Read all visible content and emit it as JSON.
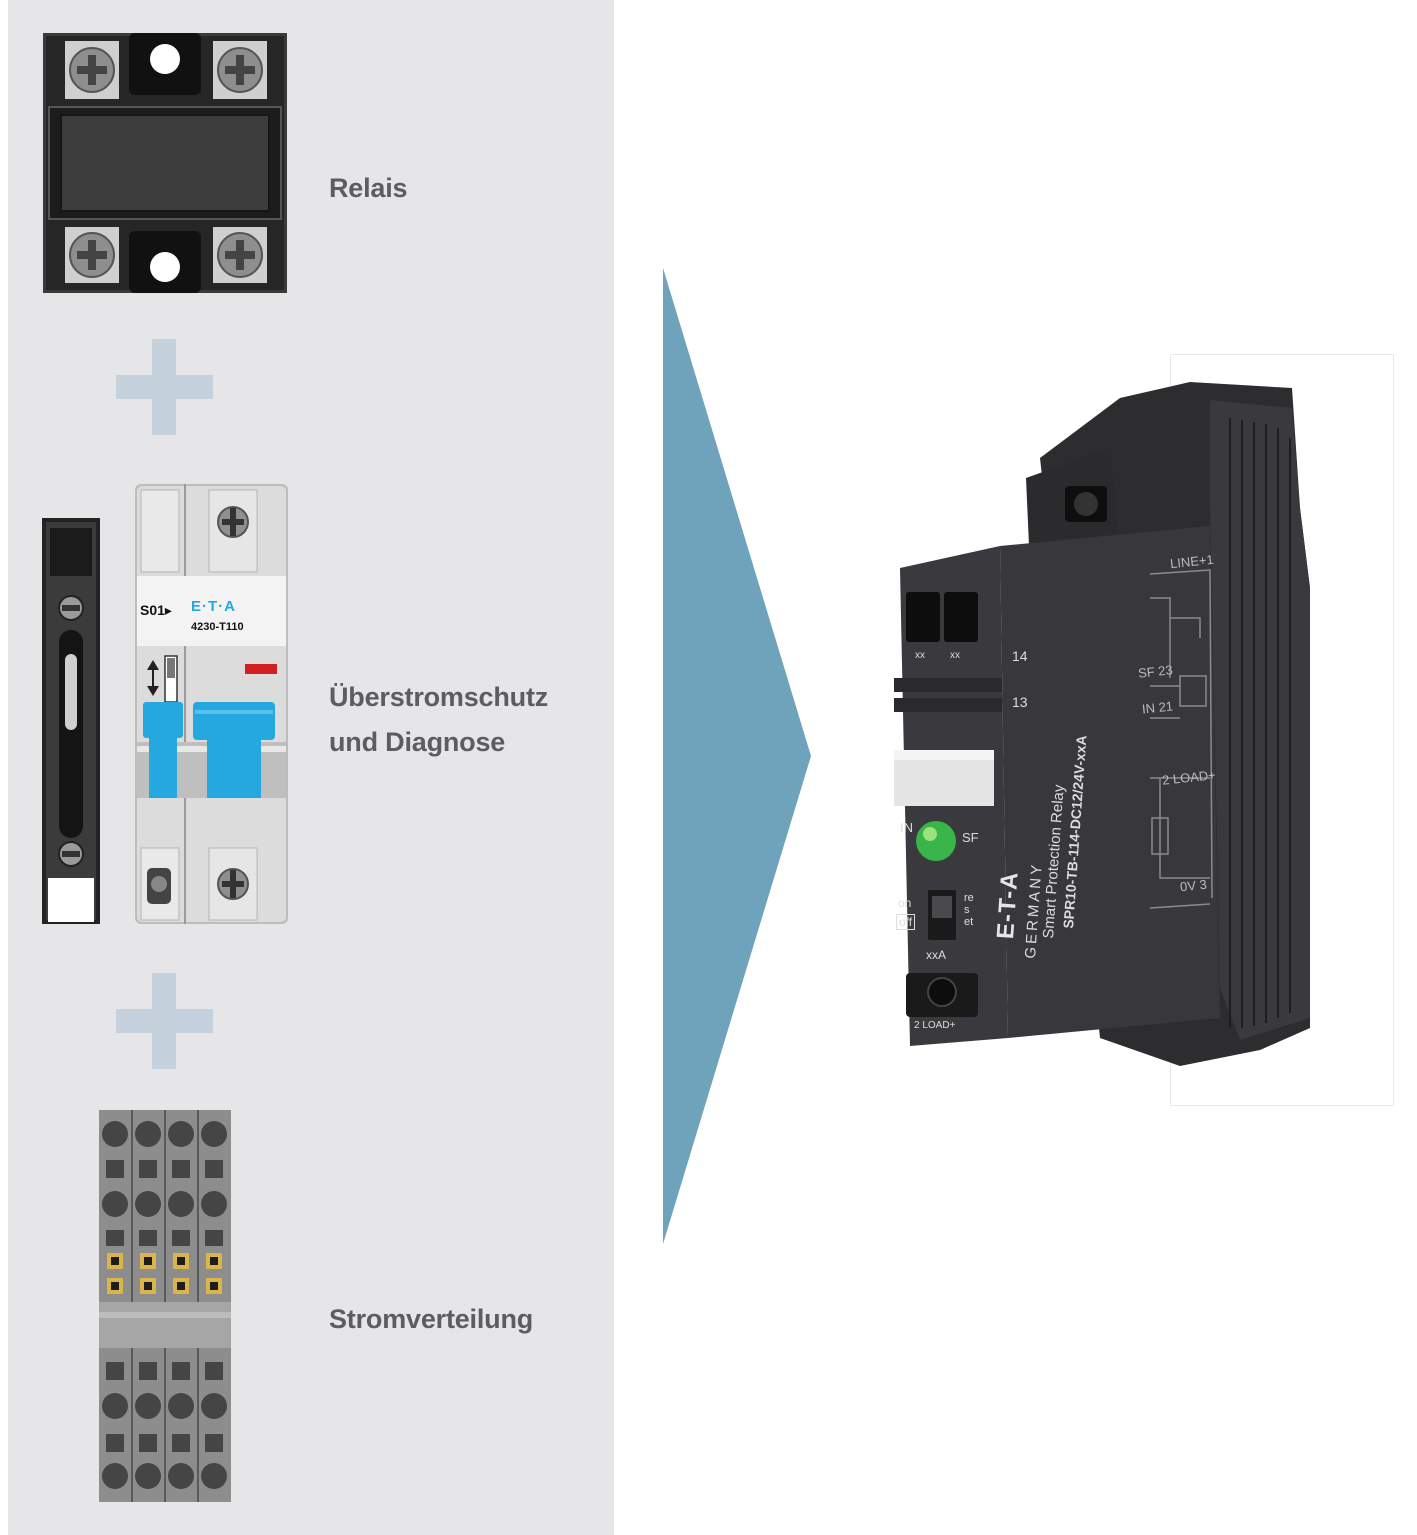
{
  "left_panel": {
    "labels": {
      "relay": "Relais",
      "overcurrent_line1": "Überstromschutz",
      "overcurrent_line2": "und Diagnose",
      "distribution": "Stromverteilung"
    }
  },
  "breaker": {
    "slot": "S01▸",
    "brand": "E·T·A",
    "model": "4230-T110"
  },
  "product": {
    "brand": "E-T-A",
    "country": "GERMANY",
    "series": "Smart Protection Relay",
    "model": "SPR10-TB-114-DC12/24V-xxA",
    "terminal_labels": [
      "xx",
      "xx",
      "14",
      "13"
    ],
    "led_labels": [
      "IN",
      "SF"
    ],
    "switch_labels": [
      "on",
      "off",
      "reset"
    ],
    "rating": "xxA",
    "bottom_label": "2 LOAD+",
    "schematic_labels": [
      "LINE+1",
      "SF 23",
      "IN 21",
      "2 LOAD+",
      "0V 3"
    ]
  },
  "colors": {
    "panel": "#e6e6e8",
    "arrow": "#6ea3bb",
    "plus": "#c5d1dd",
    "accent_blue": "#25a8e0",
    "label_text": "#5d5d5f"
  }
}
